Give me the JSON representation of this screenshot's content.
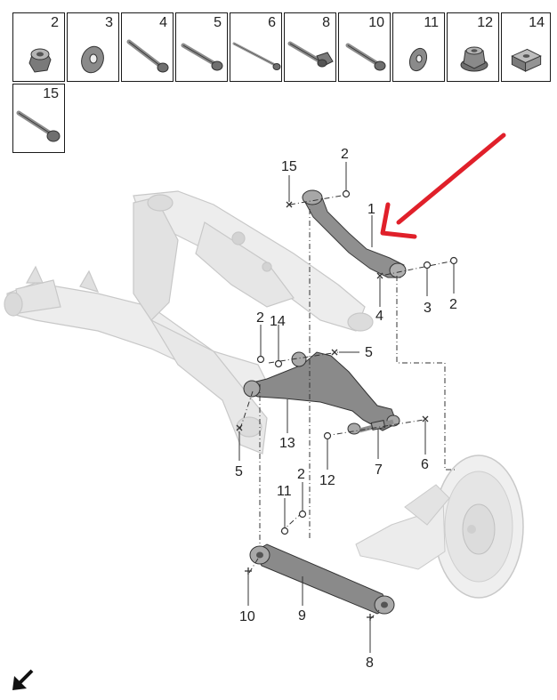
{
  "parts_legend": [
    {
      "number": "2",
      "icon": "hex-nut-icon"
    },
    {
      "number": "3",
      "icon": "washer-icon"
    },
    {
      "number": "4",
      "icon": "bolt-icon"
    },
    {
      "number": "5",
      "icon": "bolt-icon"
    },
    {
      "number": "6",
      "icon": "long-bolt-icon"
    },
    {
      "number": "8",
      "icon": "eccentric-bolt-icon"
    },
    {
      "number": "10",
      "icon": "bolt-icon"
    },
    {
      "number": "11",
      "icon": "washer-icon"
    },
    {
      "number": "12",
      "icon": "flange-nut-icon"
    },
    {
      "number": "14",
      "icon": "square-nut-icon"
    },
    {
      "number": "15",
      "icon": "bolt-icon"
    }
  ],
  "callouts": {
    "c1": "1",
    "c2a": "2",
    "c2b": "2",
    "c2c": "2",
    "c2d": "2",
    "c3": "3",
    "c4": "4",
    "c5a": "5",
    "c5b": "5",
    "c6": "6",
    "c7": "7",
    "c8": "8",
    "c9": "9",
    "c10": "10",
    "c11": "11",
    "c12": "12",
    "c13": "13",
    "c14": "14",
    "c15": "15"
  },
  "colors": {
    "highlight_arrow": "#e0202a",
    "part_fill": "#e6e6e6",
    "part_dark": "#8c8c8c"
  }
}
